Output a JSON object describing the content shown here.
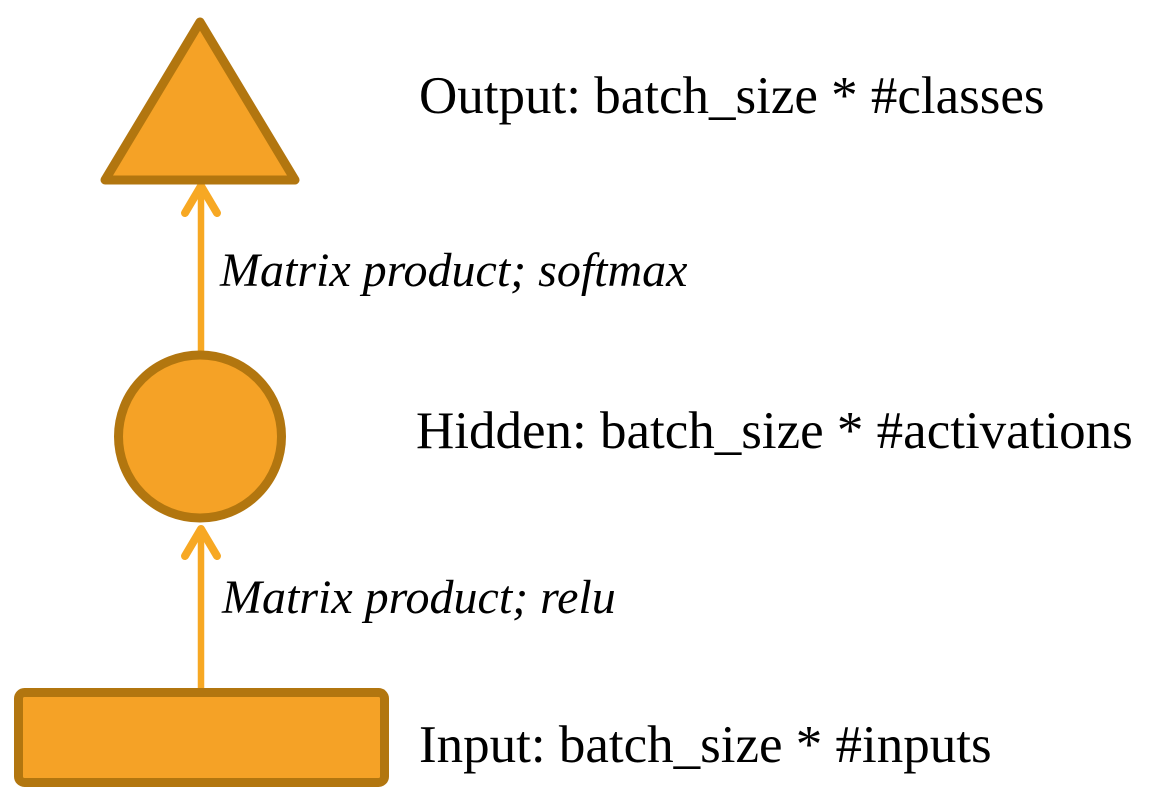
{
  "diagram": {
    "nodes": [
      {
        "id": "output",
        "shape": "triangle",
        "label": "Output: batch_size * #classes"
      },
      {
        "id": "hidden",
        "shape": "circle",
        "label": "Hidden: batch_size * #activations"
      },
      {
        "id": "input",
        "shape": "rectangle",
        "label": "Input: batch_size * #inputs"
      }
    ],
    "edges": [
      {
        "from": "hidden",
        "to": "output",
        "label": "Matrix product; softmax"
      },
      {
        "from": "input",
        "to": "hidden",
        "label": "Matrix product; relu"
      }
    ],
    "colors": {
      "shape_fill": "#F5A226",
      "shape_border": "#B2760F",
      "arrow": "#F7A823",
      "text": "#000000",
      "background": "#FFFFFF"
    }
  }
}
